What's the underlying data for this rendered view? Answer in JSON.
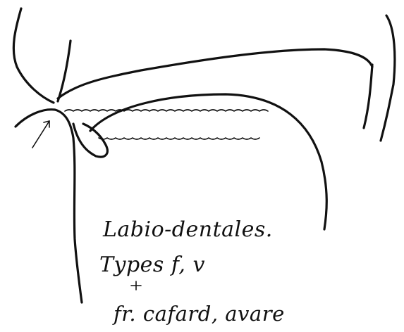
{
  "diagram": {
    "caption_line1": "Labio-dentales.",
    "caption_line2": "Types f, v",
    "caption_line3": "fr. cafard, avare",
    "ink_color": "#111111",
    "background": "#ffffff"
  }
}
